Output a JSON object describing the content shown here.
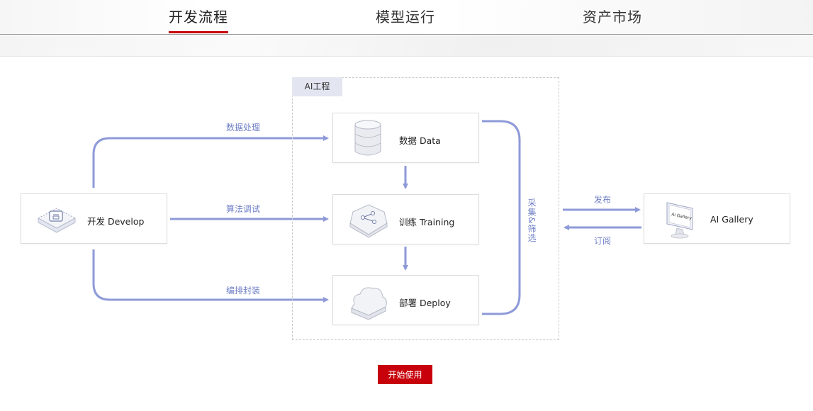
{
  "tabs": [
    {
      "label": "开发流程",
      "active": true
    },
    {
      "label": "模型运行",
      "active": false
    },
    {
      "label": "资产市场",
      "active": false
    }
  ],
  "ai_zone": {
    "label": "AI工程"
  },
  "nodes": {
    "develop": {
      "label": "开发 Develop",
      "icon": "develop-icon"
    },
    "data": {
      "label": "数据 Data",
      "icon": "database-icon"
    },
    "training": {
      "label": "训练 Training",
      "icon": "training-icon"
    },
    "deploy": {
      "label": "部署 Deploy",
      "icon": "cloud-deploy-icon"
    },
    "gallery": {
      "label": "AI Gallery",
      "icon": "monitor-icon",
      "screen_text": "Ai Gallery"
    }
  },
  "edges": {
    "data_processing": "数据处理",
    "algorithm_debug": "算法调试",
    "orchestration": "编排封装",
    "collect_filter": "采集&筛选",
    "publish": "发布",
    "subscribe": "订阅"
  },
  "cta": {
    "label": "开始使用"
  },
  "colors": {
    "accent": "#c7000b",
    "flow": "#8e9ad8",
    "label": "#6f7fc6"
  }
}
